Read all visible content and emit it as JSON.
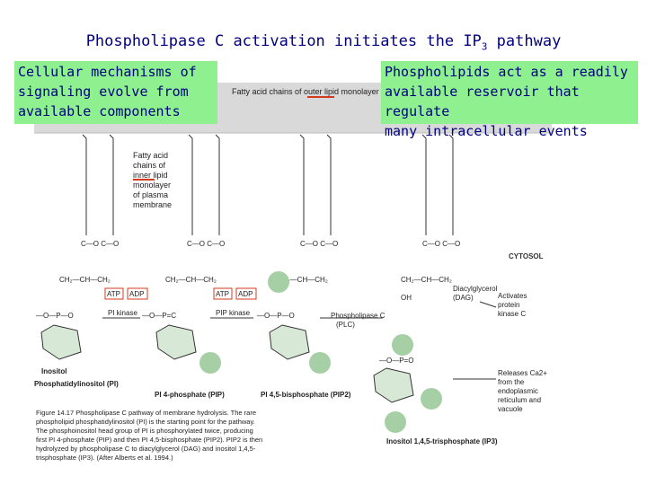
{
  "header": {
    "title": "Phospholipase C activation initiates the IP",
    "title_sub": "3",
    "title_tail": " pathway"
  },
  "callouts": {
    "left": [
      "Cellular mechanisms of",
      "signaling evolve from",
      "available components"
    ],
    "right": [
      "Phospholipids act as a readily",
      "available reservoir that regulate",
      "many intracellular events"
    ]
  },
  "figure": {
    "outer_label": "Fatty acid chains of outer lipid monolayer of plasma membrane",
    "inner_label": [
      "Fatty acid",
      "chains of",
      "inner lipid",
      "monolayer",
      "of plasma",
      "membrane"
    ],
    "cytosol": "CYTOSOL",
    "atp1": "ATP",
    "adp1": "ADP",
    "kinase1": "PI kinase",
    "atp2": "ATP",
    "adp2": "ADP",
    "kinase2": "PIP kinase",
    "plc": [
      "Phospholipase C",
      "(PLC)"
    ],
    "dag_name": [
      "Diacylglycerol",
      "(DAG)"
    ],
    "dag_effect": [
      "Activates",
      "protein",
      "kinase C"
    ],
    "ip3_effect": [
      "Releases Ca2+",
      "from the",
      "endoplasmic",
      "reticulum and",
      "vacuole"
    ],
    "names": {
      "inositol": "Inositol",
      "pi": "Phosphatidylinositol (PI)",
      "pip": "PI 4-phosphate (PIP)",
      "pip2": "PI 4,5-bisphosphate (PIP2)",
      "ip3": "Inositol 1,4,5-trisphosphate (IP3)"
    },
    "caption": [
      "Figure 14.17   Phospholipase C pathway of membrane hydrolysis. The rare",
      "phospholipid phosphatidylinositol (PI) is the starting point for the pathway.",
      "The phosphoinositol head group of PI is phosphorylated twice, producing",
      "first PI 4-phosphate (PIP) and then PI 4,5-bisphosphate (PIP2). PIP2 is then",
      "hydrolyzed by phospholipase C to diacylglycerol (DAG) and inositol 1,4,5-",
      "trisphosphate (IP3). (After Alberts et al. 1994.)"
    ]
  }
}
